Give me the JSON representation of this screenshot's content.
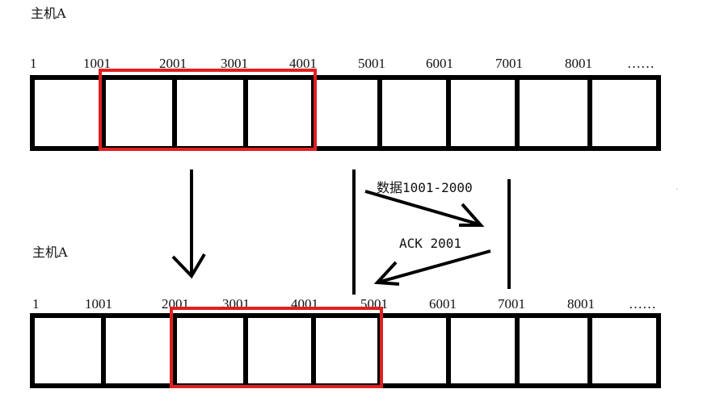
{
  "top_row": {
    "host_label": "主机A",
    "seq_labels": [
      "1",
      "1001",
      "2001",
      "3001",
      "4001",
      "5001",
      "6001",
      "7001",
      "8001",
      "……"
    ],
    "window_start_index": 1,
    "window_size": 3
  },
  "bottom_row": {
    "host_label": "主机A",
    "seq_labels": [
      "1",
      "1001",
      "2001",
      "3001",
      "4001",
      "5001",
      "6001",
      "7001",
      "8001",
      "……"
    ],
    "window_start_index": 2,
    "window_size": 3
  },
  "messages": {
    "data_label": "数据1001-2000",
    "ack_label": "ACK 2001"
  },
  "colors": {
    "line": "#000000",
    "window": "#e02020",
    "text": "#111111"
  },
  "cells_per_row": 9
}
